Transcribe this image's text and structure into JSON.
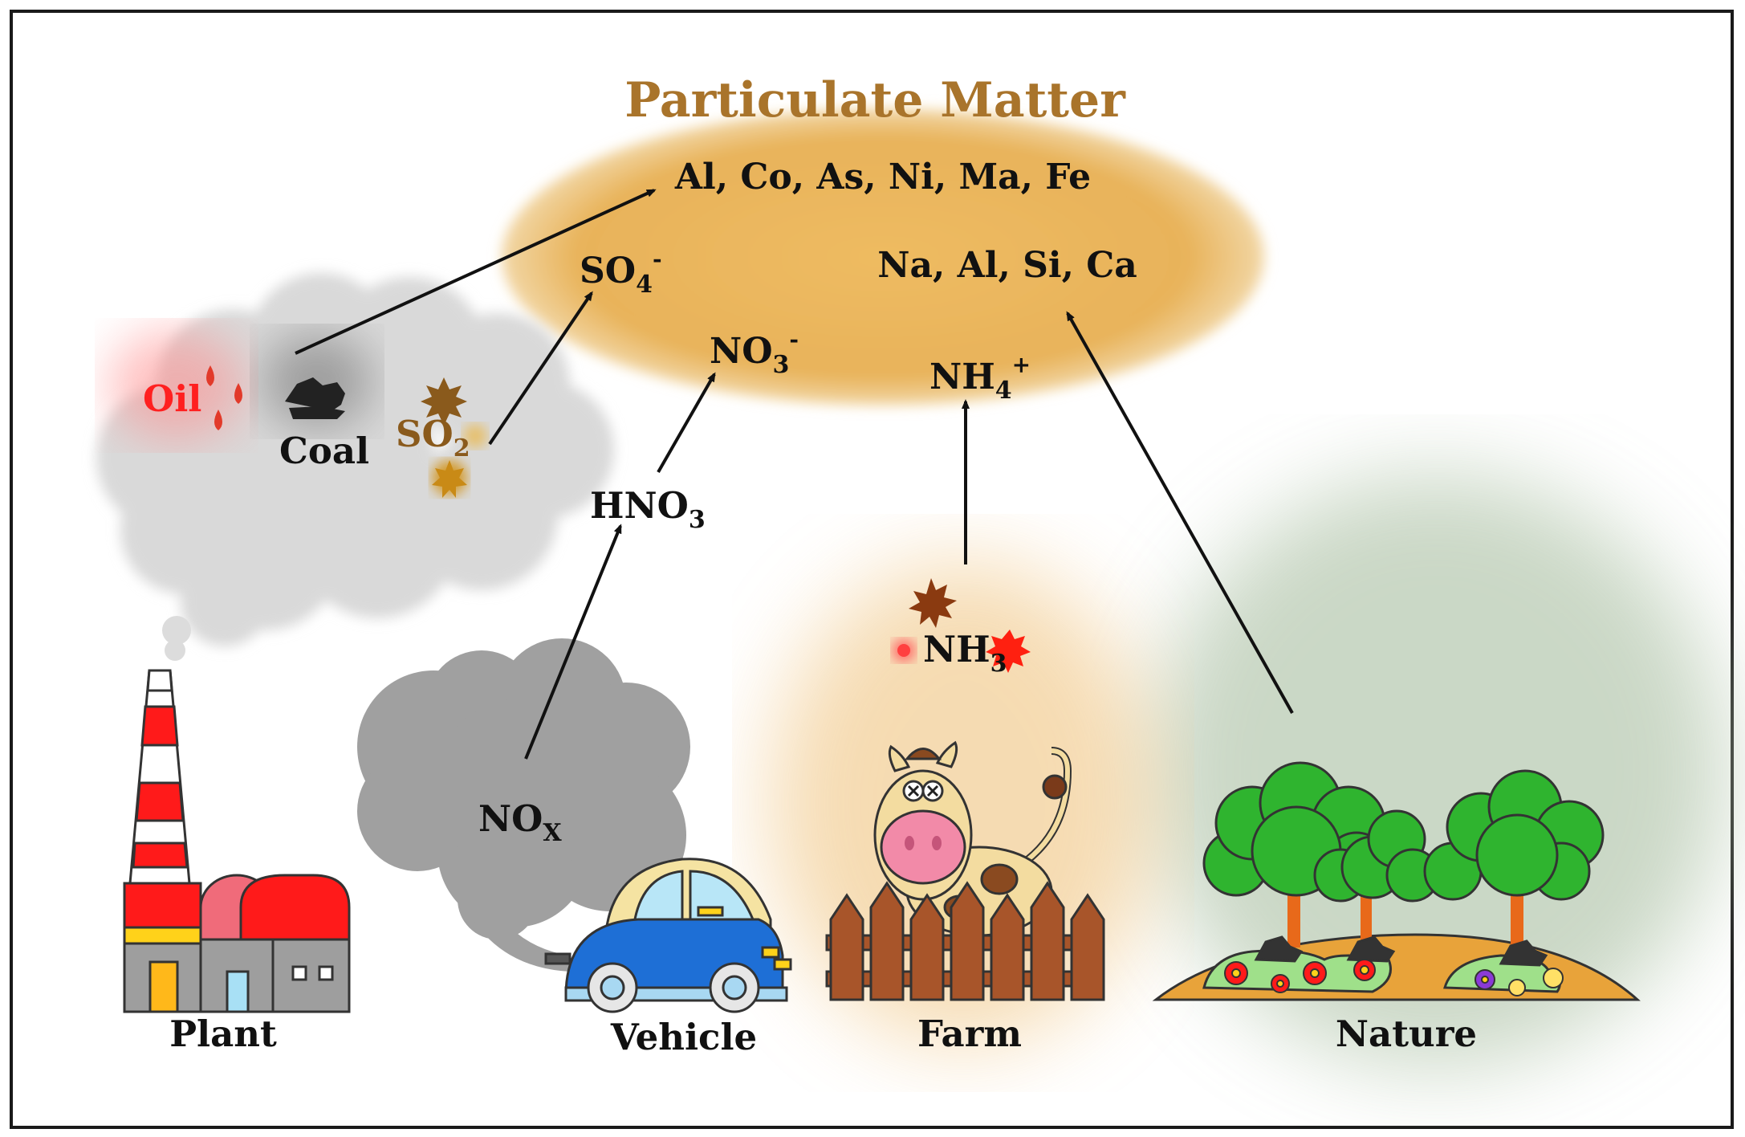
{
  "title": "Particulate Matter",
  "particulate_components": {
    "metals": "Al, Co, As, Ni, Ma, Fe",
    "crustal": "Na, Al, Si, Ca",
    "sulfate": {
      "base": "SO",
      "sub": "4",
      "sup": "-"
    },
    "nitrate": {
      "base": "NO",
      "sub": "3",
      "sup": "-"
    },
    "ammonium": {
      "base": "NH",
      "sub": "4",
      "sup": "+"
    }
  },
  "emissions": {
    "oil": "Oil",
    "coal": "Coal",
    "so2": {
      "base": "SO",
      "sub": "2"
    },
    "hno3": {
      "base": "HNO",
      "sub": "3"
    },
    "nox": {
      "base": "NO",
      "sub": "X"
    },
    "nh3": {
      "base": "NH",
      "sub": "3"
    }
  },
  "sources": [
    "Plant",
    "Vehicle",
    "Farm",
    "Nature"
  ],
  "colors": {
    "pm_ellipse": "#e9b65e",
    "title": "#a9742b",
    "oil": "#ff2020",
    "so2": "#8a5a1c",
    "smoke": "#cfcfcf",
    "exhaust": "#9f9f9f",
    "farm_glow": "#f3c98a",
    "nature_glow": "#b7c9b0",
    "frame": "#1a1a1a"
  }
}
